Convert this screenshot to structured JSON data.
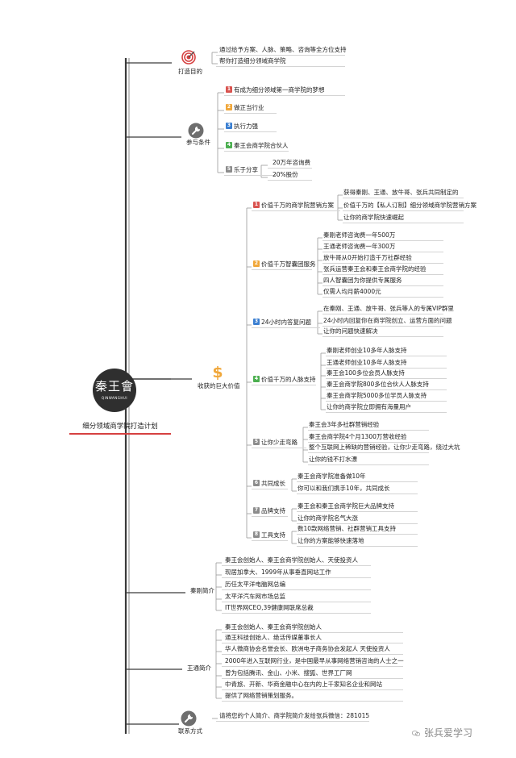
{
  "root": {
    "logo_main": "秦王會",
    "logo_sub": "QINWANGHUI",
    "title": "细分领域商学院打造计划"
  },
  "branches": {
    "purpose": {
      "label": "打造目的",
      "items": [
        "通过给予方案、人脉、策略、咨询等全方位支持",
        "帮你打造细分领域商学院"
      ]
    },
    "conditions": {
      "label": "参与条件",
      "items": [
        {
          "num": "1",
          "text": "有成为细分领域第一商学院的梦想"
        },
        {
          "num": "2",
          "text": "做正当行业"
        },
        {
          "num": "3",
          "text": "执行力强"
        },
        {
          "num": "4",
          "text": "秦王会商学院合伙人"
        },
        {
          "num": "5",
          "text": "乐于分享",
          "subs": [
            "20万年咨询费",
            "20%股份"
          ]
        }
      ]
    },
    "value": {
      "label": "收获的巨大价值",
      "items": [
        {
          "num": "1",
          "text": "价值千万的商学院营销方案",
          "subs": [
            "获得秦刚、王通、放牛哥、张兵共同制定的",
            "价值千万的【私人订制】细分领域商学院营销方案",
            "让你的商学院快速崛起"
          ]
        },
        {
          "num": "2",
          "text": "价值千万智囊团服务",
          "subs": [
            "秦刚老师咨询费一年500万",
            "王通老师咨询费一年300万",
            "放牛哥从0开始打造千万社群经验",
            "张兵运营秦王会和秦王会商学院的经验",
            "四人智囊团为你提供专属服务",
            "仅需人均月薪4000元"
          ]
        },
        {
          "num": "3",
          "text": "24小时内答复问题",
          "subs": [
            "在秦刚、王通、放牛哥、张兵等人的专属VIP群里",
            "24小时内回复你在商学院创立、运营方面的问题",
            "让你的问题快速解决"
          ]
        },
        {
          "num": "4",
          "text": "价值千万的人脉支持",
          "subs": [
            "秦刚老师创业10多年人脉支持",
            "王通老师创业10多年人脉支持",
            "秦王会100多位会员人脉支持",
            "秦王会商学院800多位合伙人人脉支持",
            "秦王会商学院5000多位学员人脉支持",
            "让你的商学院立即拥有海量用户"
          ]
        },
        {
          "num": "5",
          "text": "让你少走弯路",
          "subs": [
            "秦王会3年多社群营销经验",
            "秦王会商学院4个月1300万营收经验",
            "整个互联网上稀缺的营销经验，让你少走弯路，绕过大坑",
            "让你的钱不打水漂"
          ]
        },
        {
          "num": "6",
          "text": "共同成长",
          "subs": [
            "秦王会商学院准备做10年",
            "你可以和我们携手10年，共同成长"
          ]
        },
        {
          "num": "7",
          "text": "品牌支持",
          "subs": [
            "秦王会和秦王会商学院巨大品牌支持",
            "让你的商学院名气大涨"
          ]
        },
        {
          "num": "8",
          "text": "工具支持",
          "subs": [
            "数10款网络营销、社群营销工具支持",
            "让你的方案能够快速落地"
          ]
        }
      ]
    },
    "qingang": {
      "label": "秦刚简介",
      "items": [
        "秦王会创始人、秦王会商学院创始人、天使投资人",
        "现居加拿大、1999年从事垂直网站工作",
        "历任太平洋电脑网总编",
        "太平洋汽车网市场总监",
        "IT世界网CEO,39健康网联席总裁"
      ]
    },
    "wangtong": {
      "label": "王通简介",
      "items": [
        "秦王会创始人、秦王会商学院创始人",
        "通王科技创始人、绝活传媒董事长人",
        "华人微商协会名誉会长、欧洲电子商务协会发起人 天使投资人",
        "2000年进入互联网行业，是中国最早从事网络营销咨询的人士之一",
        "曾为包括腾讯、金山、小米、搜狐、世界工厂网",
        "中青旅、开新、华商金融中心在内的上千家知名企业和网站",
        "提供了网络营销策划服务。"
      ]
    },
    "contact": {
      "label": "联系方式",
      "items": [
        "请将您的个人简介、商学院简介发给张兵微信：281015"
      ]
    }
  },
  "watermark": "张兵爱学习",
  "colors": {
    "trunk": "#3a3a3a",
    "accent_red": "#d64040",
    "num1": "#d9534f",
    "num2": "#f0a73a",
    "num3": "#3b7fd1",
    "num4": "#4caf50",
    "num5": "#8c8c8c",
    "num6": "#8c8c8c",
    "num7": "#8c8c8c",
    "num8": "#8c8c8c"
  },
  "icons": {
    "purpose": "target-icon",
    "conditions": "wrench-icon",
    "value": "dollar-icon",
    "contact": "wrench-icon",
    "watermark": "wechat-icon"
  }
}
